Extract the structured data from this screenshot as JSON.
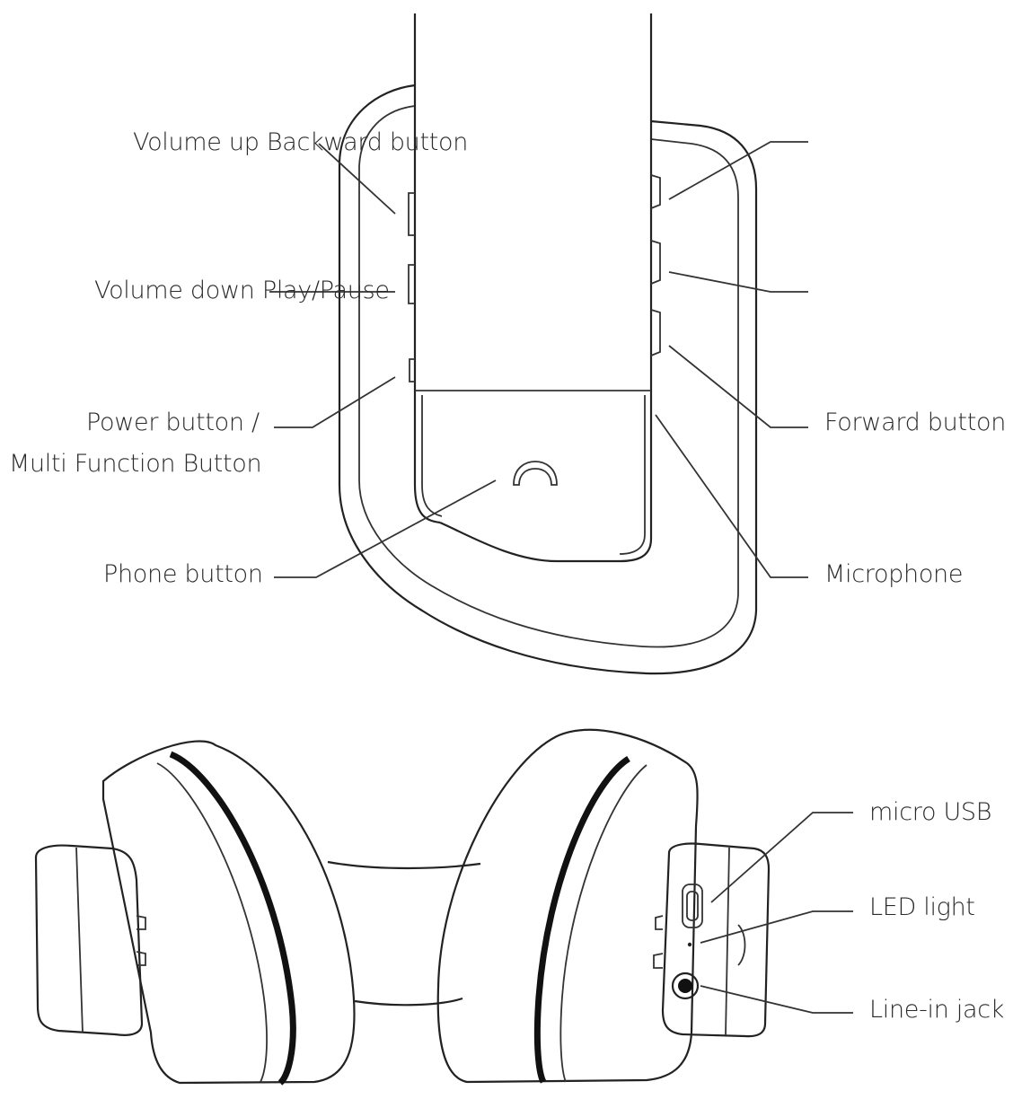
{
  "labels": {
    "volume_up_backward": "Volume up Backward button",
    "volume_down_play": "Volume down Play/Pause",
    "power_line1": "Power button /",
    "power_line2": "Multi Function Button",
    "phone": "Phone button",
    "forward": "Forward button",
    "microphone": "Microphone",
    "micro_usb": "micro USB",
    "led": "LED light",
    "line_in": "Line-in jack"
  },
  "colors": {
    "line": "#333333",
    "text": "#2a2a2a",
    "background": "#ffffff"
  },
  "icons": {
    "phone_button": "phone-handset-icon"
  }
}
